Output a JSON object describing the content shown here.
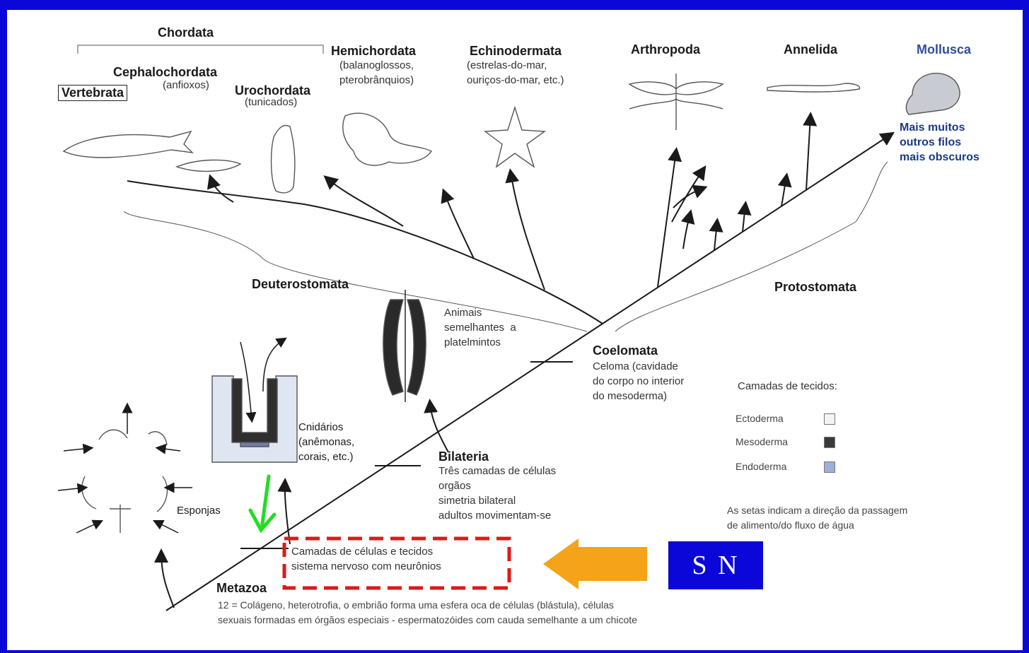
{
  "groups": {
    "chordata": "Chordata",
    "cephalochordata": "Cephalochordata",
    "cephalochordata_note": "(anfioxos)",
    "vertebrata": "Vertebrata",
    "urochordata": "Urochordata",
    "urochordata_note": "(tunicados)",
    "hemichordata": "Hemichordata",
    "hemichordata_note": "(balanoglossos,\npterobrânquios)",
    "echinodermata": "Echinodermata",
    "echinodermata_note": "(estrelas-do-mar,\nouriços-do-mar, etc.)",
    "arthropoda": "Arthropoda",
    "annelida": "Annelida",
    "mollusca": "Mollusca",
    "mollusca_note": "Mais muitos\noutros filos\nmais obscuros",
    "deuterostomata": "Deuterostomata",
    "protostomata": "Protostomata",
    "animais_note": "Animais\nsemelhantes  a\nplatelmintos"
  },
  "nodes": {
    "coelomata_title": "Coelomata",
    "coelomata_desc": "Celoma (cavidade\ndo corpo no interior\ndo mesoderma)",
    "bilateria_title": "Bilateria",
    "bilateria_desc": "Três camadas de células\norgãos\nsimetria bilateral\nadultos movimentam-se",
    "cnidarios": "Cnidários\n(anêmonas,\ncorais, etc.)",
    "esponjas": "Esponjas",
    "tecidos_desc": "Camadas de células e tecidos\nsistema nervoso com neurônios",
    "metazoa_title": "Metazoa",
    "metazoa_desc": "12 = Colágeno, heterotrofia, o embrião forma uma esfera oca de células (blástula), células\nsexuais formadas em órgãos especiais - espermatozóides com cauda semelhante a um chicote"
  },
  "legend": {
    "title": "Camadas de tecidos:",
    "items": [
      {
        "label": "Ectoderma",
        "color": "#f4f4f4"
      },
      {
        "label": "Mesoderma",
        "color": "#3a3a3a"
      },
      {
        "label": "Endoderma",
        "color": "#9fb0d8"
      }
    ],
    "note": "As setas indicam a direção da passagem\nde alimento/do fluxo de água"
  },
  "callout": {
    "label": "S N",
    "arrow_color": "#f5a318",
    "box_color": "#0a07d8",
    "dashed_color": "#e01818",
    "pointer_color": "#22dd22"
  }
}
